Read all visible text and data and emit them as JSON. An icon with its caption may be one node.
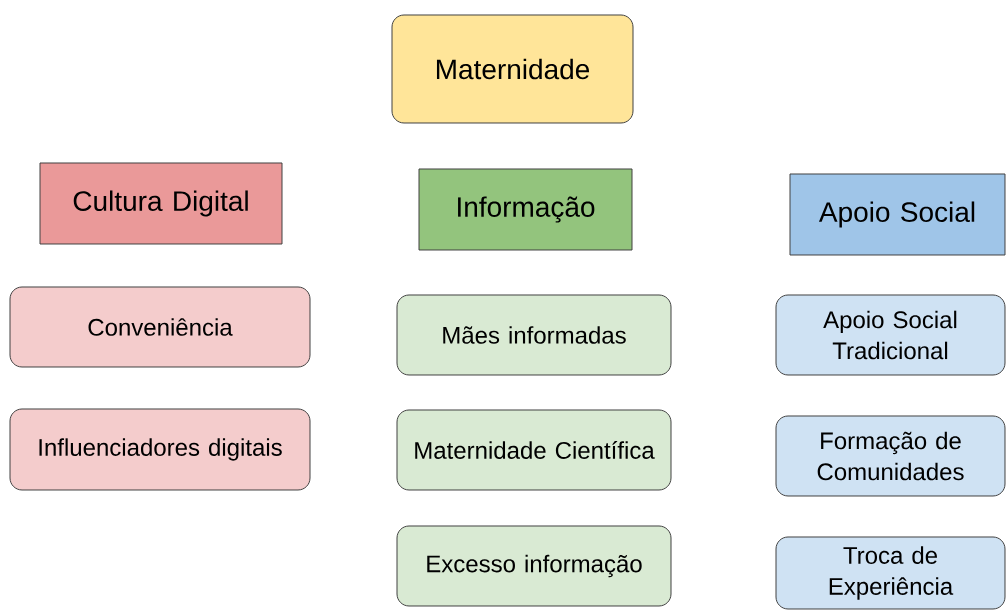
{
  "diagram": {
    "nodes": [
      {
        "text": [
          "Maternidade"
        ]
      },
      {
        "text": [
          "Cultura Digital"
        ]
      },
      {
        "text": [
          "Informação"
        ]
      },
      {
        "text": [
          "Apoio Social"
        ]
      },
      {
        "text": [
          "Conveniência"
        ]
      },
      {
        "text": [
          "Mães informadas"
        ]
      },
      {
        "text": [
          "Apoio Social Tradicional"
        ]
      },
      {
        "text": [
          "Influenciadores digitais"
        ]
      },
      {
        "text": [
          "Maternidade Científica"
        ]
      },
      {
        "text": [
          "Formação de Comunidades"
        ]
      },
      {
        "text": [
          "Excesso informação"
        ]
      },
      {
        "text": [
          "Troca de Experiência"
        ]
      }
    ]
  }
}
